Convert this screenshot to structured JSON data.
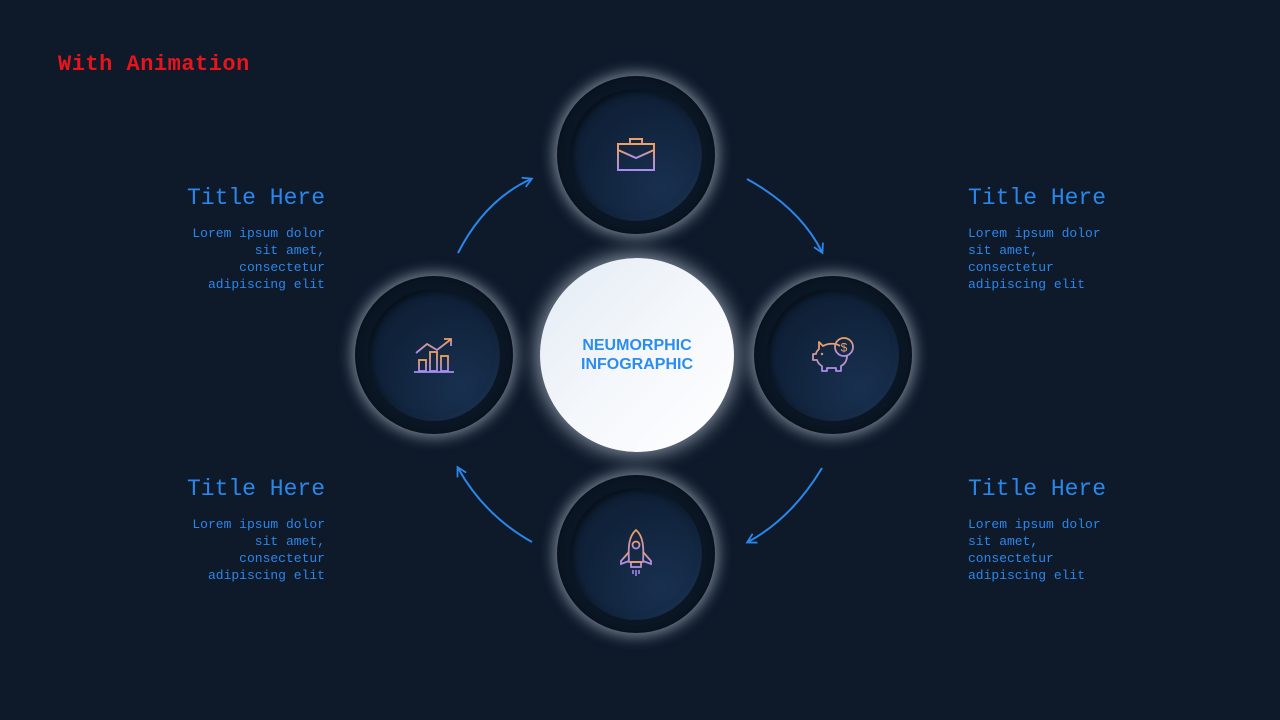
{
  "header": {
    "tag": "With Animation"
  },
  "center": {
    "line1": "NEUMORPHIC",
    "line2": "INFOGRAPHIC"
  },
  "blocks": [
    {
      "title": "Title Here",
      "body": "Lorem ipsum dolor\nsit amet,\nconsectetur\nadipiscing  elit"
    },
    {
      "title": "Title Here",
      "body": "Lorem ipsum dolor\nsit amet,\nconsectetur\nadipiscing  elit"
    },
    {
      "title": "Title Here",
      "body": "Lorem ipsum dolor\nsit amet,\nconsectetur\nadipiscing  elit"
    },
    {
      "title": "Title Here",
      "body": "Lorem ipsum dolor\nsit amet,\nconsectetur\nadipiscing  elit"
    }
  ],
  "nodes": [
    {
      "icon": "briefcase-icon"
    },
    {
      "icon": "piggy-bank-icon"
    },
    {
      "icon": "rocket-icon"
    },
    {
      "icon": "bar-chart-growth-icon"
    }
  ],
  "colors": {
    "background": "#0e1a2a",
    "accent": "#2b86ea",
    "tag": "#e8141c",
    "arrow": "#2b86ea"
  }
}
